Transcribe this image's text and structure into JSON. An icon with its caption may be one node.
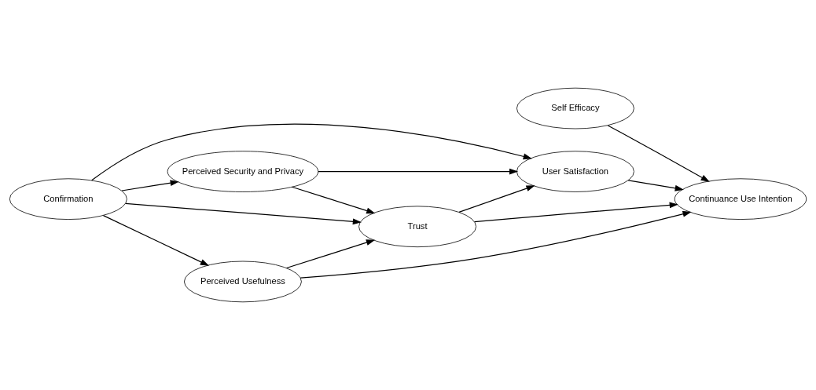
{
  "diagram": {
    "nodes": [
      {
        "text": [
          "Perceived Security and Privacy"
        ]
      },
      {
        "text": [
          "Trust"
        ]
      },
      {
        "text": [
          "Self Efficacy"
        ]
      },
      {
        "text": [
          "Confirmation"
        ]
      },
      {
        "text": [
          "User Satisfaction"
        ]
      },
      {
        "text": [
          "Continuance Use Intention"
        ]
      },
      {
        "text": [
          "Perceived Usefulness"
        ]
      }
    ],
    "edges": [
      {
        "from": 3,
        "to": 0,
        "arrow": "to"
      },
      {
        "from": 3,
        "to": 6,
        "arrow": "to"
      },
      {
        "from": 0,
        "to": 1,
        "arrow": "to"
      },
      {
        "from": 0,
        "to": 4,
        "arrow": "to"
      },
      {
        "from": 3,
        "to": 1,
        "arrow": "to"
      },
      {
        "from": 3,
        "to": 4,
        "arrow": "to"
      },
      {
        "from": 6,
        "to": 1,
        "arrow": "to"
      },
      {
        "from": 6,
        "to": 5,
        "arrow": "to"
      },
      {
        "from": 1,
        "to": 4,
        "arrow": "to"
      },
      {
        "from": 1,
        "to": 5,
        "arrow": "to"
      },
      {
        "from": 2,
        "to": 5,
        "arrow": "to"
      },
      {
        "from": 4,
        "to": 5,
        "arrow": "to"
      }
    ]
  }
}
